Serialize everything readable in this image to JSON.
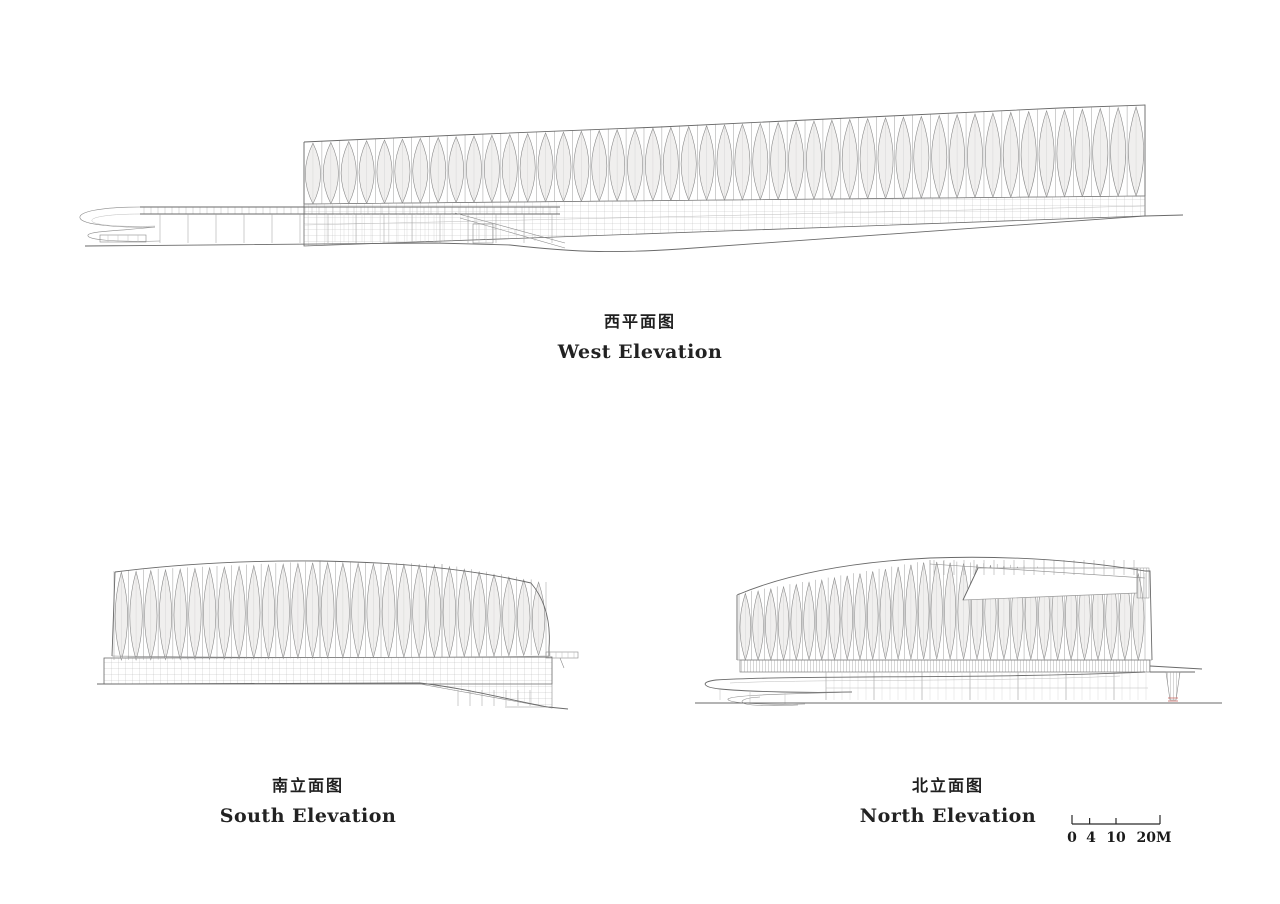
{
  "sheet": {
    "background": "#ffffff",
    "colors": {
      "line": "#8a8a8a",
      "line_dark": "#6a6a6a",
      "spike_fill": "#f0efee",
      "accent_red": "#c9605a",
      "text": "#1f1f1f"
    }
  },
  "panels": {
    "west": {
      "title_zh": "西平面图",
      "title_en": "West Elevation"
    },
    "south": {
      "title_zh": "南立面图",
      "title_en": "South Elevation"
    },
    "north": {
      "title_zh": "北立面图",
      "title_en": "North Elevation"
    }
  },
  "scalebar": {
    "unit": "M",
    "labels": [
      "0",
      "4",
      "10",
      "20M"
    ],
    "tick_values": [
      0,
      4,
      10,
      20
    ]
  }
}
